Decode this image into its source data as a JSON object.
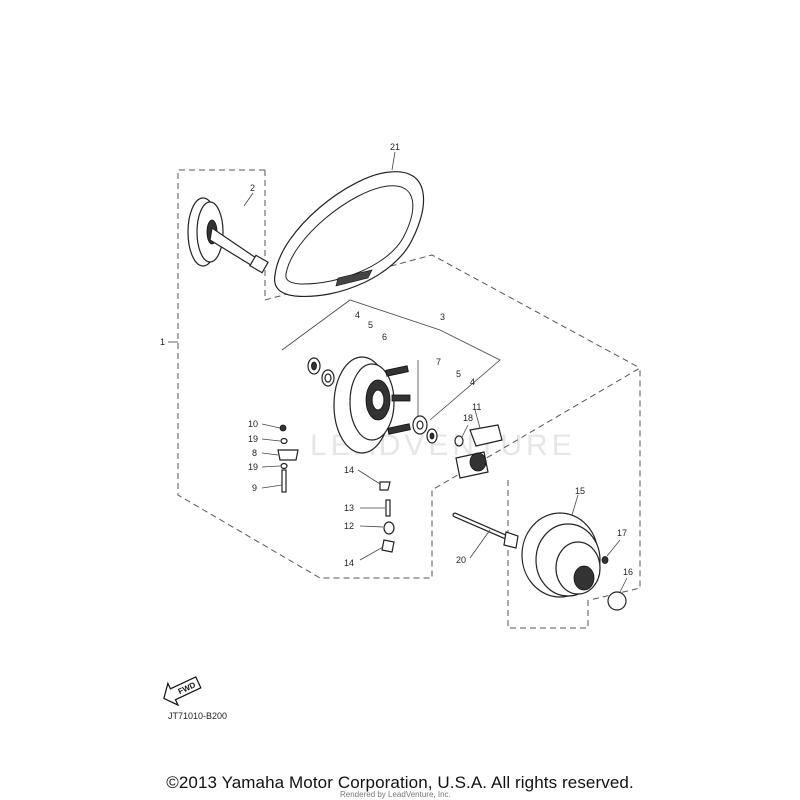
{
  "diagram": {
    "code": "JT71010-B200",
    "fwd_label": "FWD",
    "watermark": "LEADVENTURE",
    "callouts": [
      "21",
      "2",
      "1",
      "3",
      "4",
      "5",
      "6",
      "7",
      "5",
      "4",
      "18",
      "11",
      "10",
      "19",
      "8",
      "19",
      "9",
      "14",
      "13",
      "12",
      "14",
      "20",
      "15",
      "17",
      "16"
    ]
  },
  "footer": {
    "copyright": "©2013 Yamaha Motor Corporation, U.S.A. All rights reserved.",
    "rendered_by": "Rendered by LeadVenture, Inc."
  }
}
